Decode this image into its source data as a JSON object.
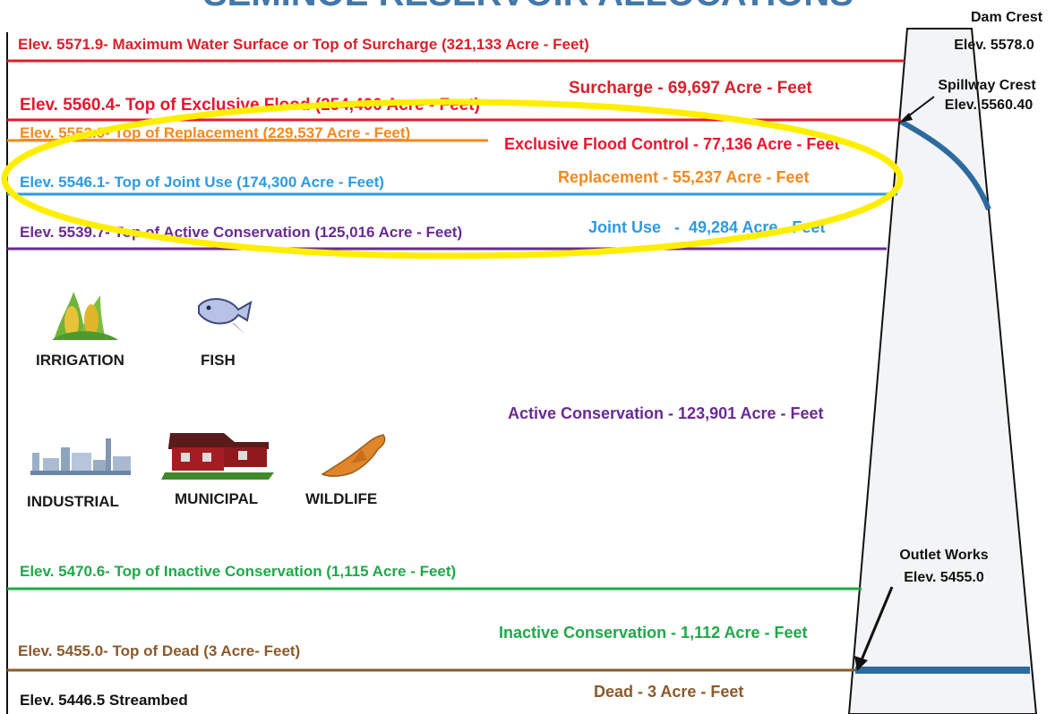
{
  "title_fragment": "SEMINOE RESERVOIR ALLOCATIONS",
  "colors": {
    "surcharge": "#d9202a",
    "flood": "#e8162e",
    "replacement": "#f28a1e",
    "joint_use": "#2d9be0",
    "active": "#6a2b93",
    "inactive": "#20a84a",
    "dead": "#8b5a2b",
    "streambed": "#111111",
    "highlight": "#ffee00",
    "spillway": "#2d6aa0"
  },
  "levels": {
    "max_surface": "Elev. 5571.9- Maximum Water Surface or Top of  Surcharge (321,133 Acre - Feet)",
    "exclusive_flood": "Elev. 5560.4- Top of Exclusive Flood (254,400 Acre - Feet)",
    "replacement": "Elev. 5552.9- Top of Replacement (229,537 Acre - Feet)",
    "joint_use": "Elev. 5546.1- Top of Joint Use (174,300 Acre - Feet)",
    "active": "Elev. 5539.7- Top of Active Conservation (125,016 Acre - Feet)",
    "inactive": "Elev. 5470.6- Top of Inactive Conservation (1,115 Acre - Feet)",
    "dead": "Elev. 5455.0- Top of Dead (3 Acre- Feet)",
    "streambed": "Elev. 5446.5 Streambed"
  },
  "pools": {
    "surcharge": "Surcharge -  69,697 Acre - Feet",
    "flood": "Exclusive Flood Control -  77,136 Acre - Feet",
    "replacement": "Replacement -  55,237 Acre - Feet",
    "joint_use": "Joint Use   -  49,284 Acre - Feet",
    "active": "Active Conservation -  123,901 Acre - Feet",
    "inactive": "Inactive Conservation -  1,112 Acre - Feet",
    "dead": "Dead -  3 Acre - Feet"
  },
  "dam": {
    "crest_label": "Dam Crest",
    "crest_elev": "Elev. 5578.0",
    "spillway_label": "Spillway Crest",
    "spillway_elev": "Elev. 5560.40",
    "outlet_label": "Outlet Works",
    "outlet_elev": "Elev. 5455.0"
  },
  "uses": {
    "irrigation": "IRRIGATION",
    "fish": "FISH",
    "industrial": "INDUSTRIAL",
    "municipal": "MUNICIPAL",
    "wildlife": "WILDLIFE"
  }
}
